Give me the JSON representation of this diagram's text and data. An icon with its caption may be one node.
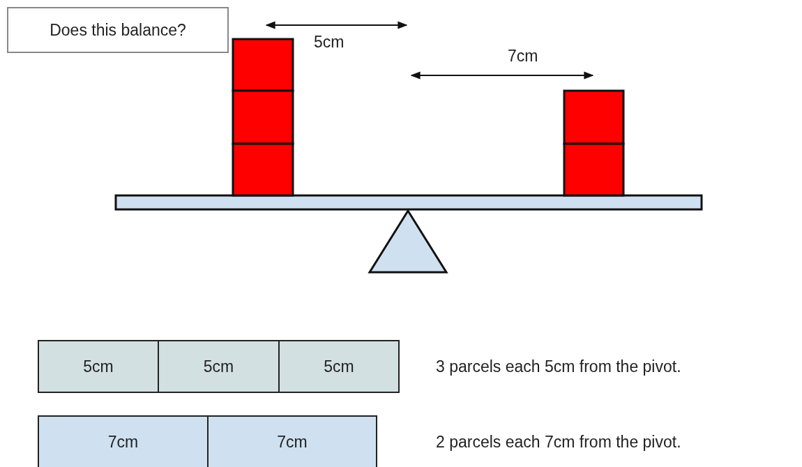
{
  "diagram": {
    "labels": [
      "Does this balance?",
      "5cm",
      "7cm",
      "5cm",
      "5cm",
      "5cm",
      "3 parcels each 5cm from the pivot.",
      "7cm",
      "7cm",
      "2 parcels each 7cm from the pivot."
    ]
  }
}
